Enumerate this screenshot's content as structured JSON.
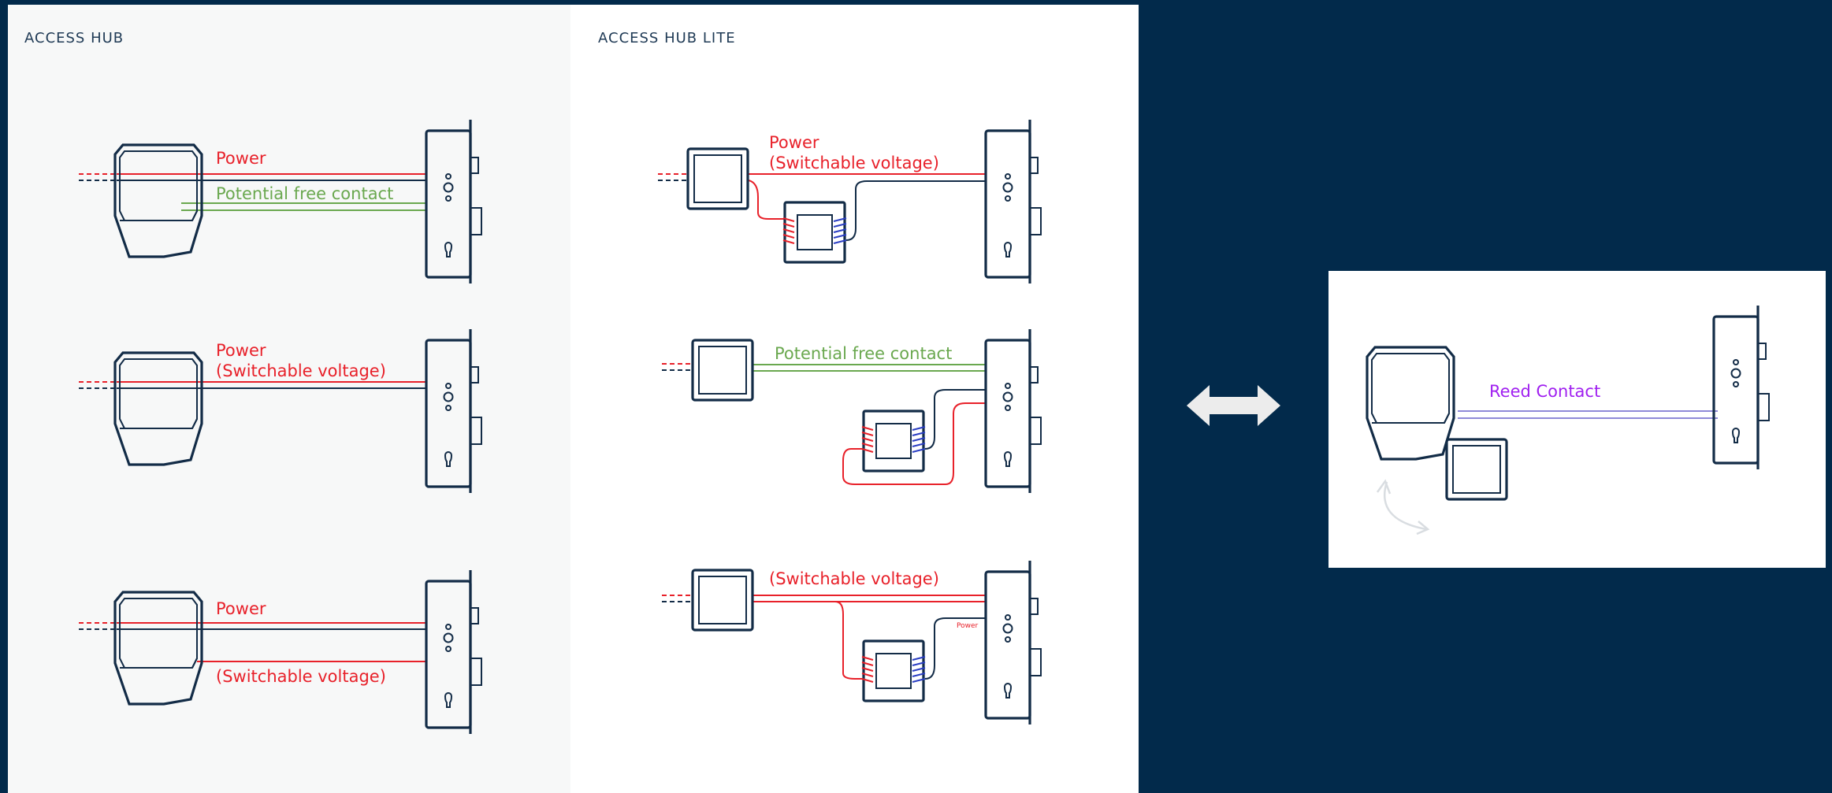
{
  "headings": {
    "left": "ACCESS HUB",
    "mid": "ACCESS HUB LITE"
  },
  "labels": {
    "power": "Power",
    "switchable_voltage": "(Switchable voltage)",
    "potential_free_contact": "Potential free contact",
    "power_small": "Power",
    "reed_contact": "Reed Contact"
  },
  "colors": {
    "background": "#022a4b",
    "red": "#e8212a",
    "green": "#6aa84f",
    "purple": "#a020f0",
    "dark": "#132c47"
  }
}
